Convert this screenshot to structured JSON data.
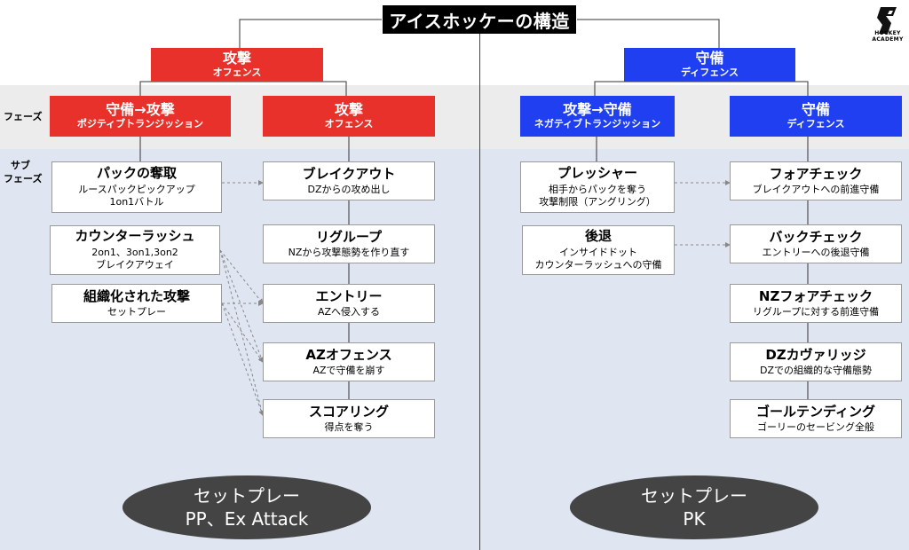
{
  "title": "アイスホッケーの構造",
  "logo": {
    "text": "HOCKEY ACADEMY"
  },
  "side_labels": {
    "phase": "フェーズ",
    "subphase_1": "サブ",
    "subphase_2": "フェーズ"
  },
  "offense": {
    "header": {
      "title": "攻撃",
      "subtitle": "オフェンス"
    },
    "phases": [
      {
        "title": "守備→攻撃",
        "subtitle": "ポジティブトランジッション"
      },
      {
        "title": "攻撃",
        "subtitle": "オフェンス"
      }
    ],
    "transition_cards": [
      {
        "title": "パックの奪取",
        "lines": [
          "ルースパックピックアップ",
          "1on1バトル"
        ]
      },
      {
        "title": "カウンターラッシュ",
        "lines": [
          "2on1、3on1,3on2",
          "ブレイクアウェイ"
        ]
      },
      {
        "title": "組織化された攻撃",
        "lines": [
          "セットプレー"
        ]
      }
    ],
    "offense_cards": [
      {
        "title": "ブレイクアウト",
        "lines": [
          "DZからの攻め出し"
        ]
      },
      {
        "title": "リグループ",
        "lines": [
          "NZから攻撃態勢を作り直す"
        ]
      },
      {
        "title": "エントリー",
        "lines": [
          "AZへ侵入する"
        ]
      },
      {
        "title": "AZオフェンス",
        "lines": [
          "AZで守備を崩す"
        ]
      },
      {
        "title": "スコアリング",
        "lines": [
          "得点を奪う"
        ]
      }
    ],
    "setplay": {
      "line1": "セットプレー",
      "line2": "PP、Ex Attack"
    }
  },
  "defense": {
    "header": {
      "title": "守備",
      "subtitle": "ディフェンス"
    },
    "phases": [
      {
        "title": "攻撃→守備",
        "subtitle": "ネガティブトランジッション"
      },
      {
        "title": "守備",
        "subtitle": "ディフェンス"
      }
    ],
    "transition_cards": [
      {
        "title": "プレッシャー",
        "lines": [
          "相手からパックを奪う",
          "攻撃制限（アングリング）"
        ]
      },
      {
        "title": "後退",
        "lines": [
          "インサイドドット",
          "カウンターラッシュへの守備"
        ]
      }
    ],
    "defense_cards": [
      {
        "title": "フォアチェック",
        "lines": [
          "ブレイクアウトへの前進守備"
        ]
      },
      {
        "title": "バックチェック",
        "lines": [
          "エントリーへの後退守備"
        ]
      },
      {
        "title": "NZフォアチェック",
        "lines": [
          "リグループに対する前進守備"
        ]
      },
      {
        "title": "DZカヴァリッジ",
        "lines": [
          "DZでの組織的な守備態勢"
        ]
      },
      {
        "title": "ゴールテンディング",
        "lines": [
          "ゴーリーのセービング全般"
        ]
      }
    ],
    "setplay": {
      "line1": "セットプレー",
      "line2": "PK"
    }
  },
  "colors": {
    "offense": "#e8312a",
    "defense": "#1f3ff0",
    "title_bg": "#000000",
    "pill": "#444444"
  }
}
